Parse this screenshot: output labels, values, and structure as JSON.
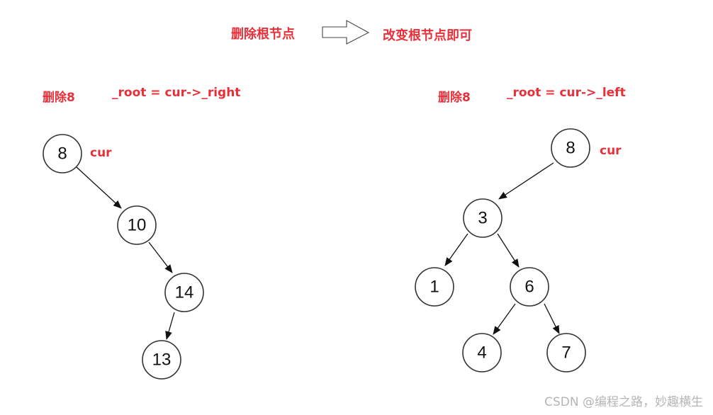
{
  "header": {
    "left_title": "删除根节点",
    "right_title": "改变根节点即可"
  },
  "left_case": {
    "delete_label": "删除8",
    "assign_label": "_root = cur->_right",
    "cur_label": "cur",
    "nodes": [
      {
        "id": "l8",
        "value": "8"
      },
      {
        "id": "l10",
        "value": "10"
      },
      {
        "id": "l14",
        "value": "14"
      },
      {
        "id": "l13",
        "value": "13"
      }
    ]
  },
  "right_case": {
    "delete_label": "删除8",
    "assign_label": "_root = cur->_left",
    "cur_label": "cur",
    "nodes": [
      {
        "id": "r8",
        "value": "8"
      },
      {
        "id": "r3",
        "value": "3"
      },
      {
        "id": "r1",
        "value": "1"
      },
      {
        "id": "r6",
        "value": "6"
      },
      {
        "id": "r4",
        "value": "4"
      },
      {
        "id": "r7",
        "value": "7"
      }
    ]
  },
  "colors": {
    "accent": "#e8303a",
    "stroke": "#333333",
    "watermark": "#b5b5b5"
  },
  "watermark": "CSDN @编程之路，妙趣横生"
}
